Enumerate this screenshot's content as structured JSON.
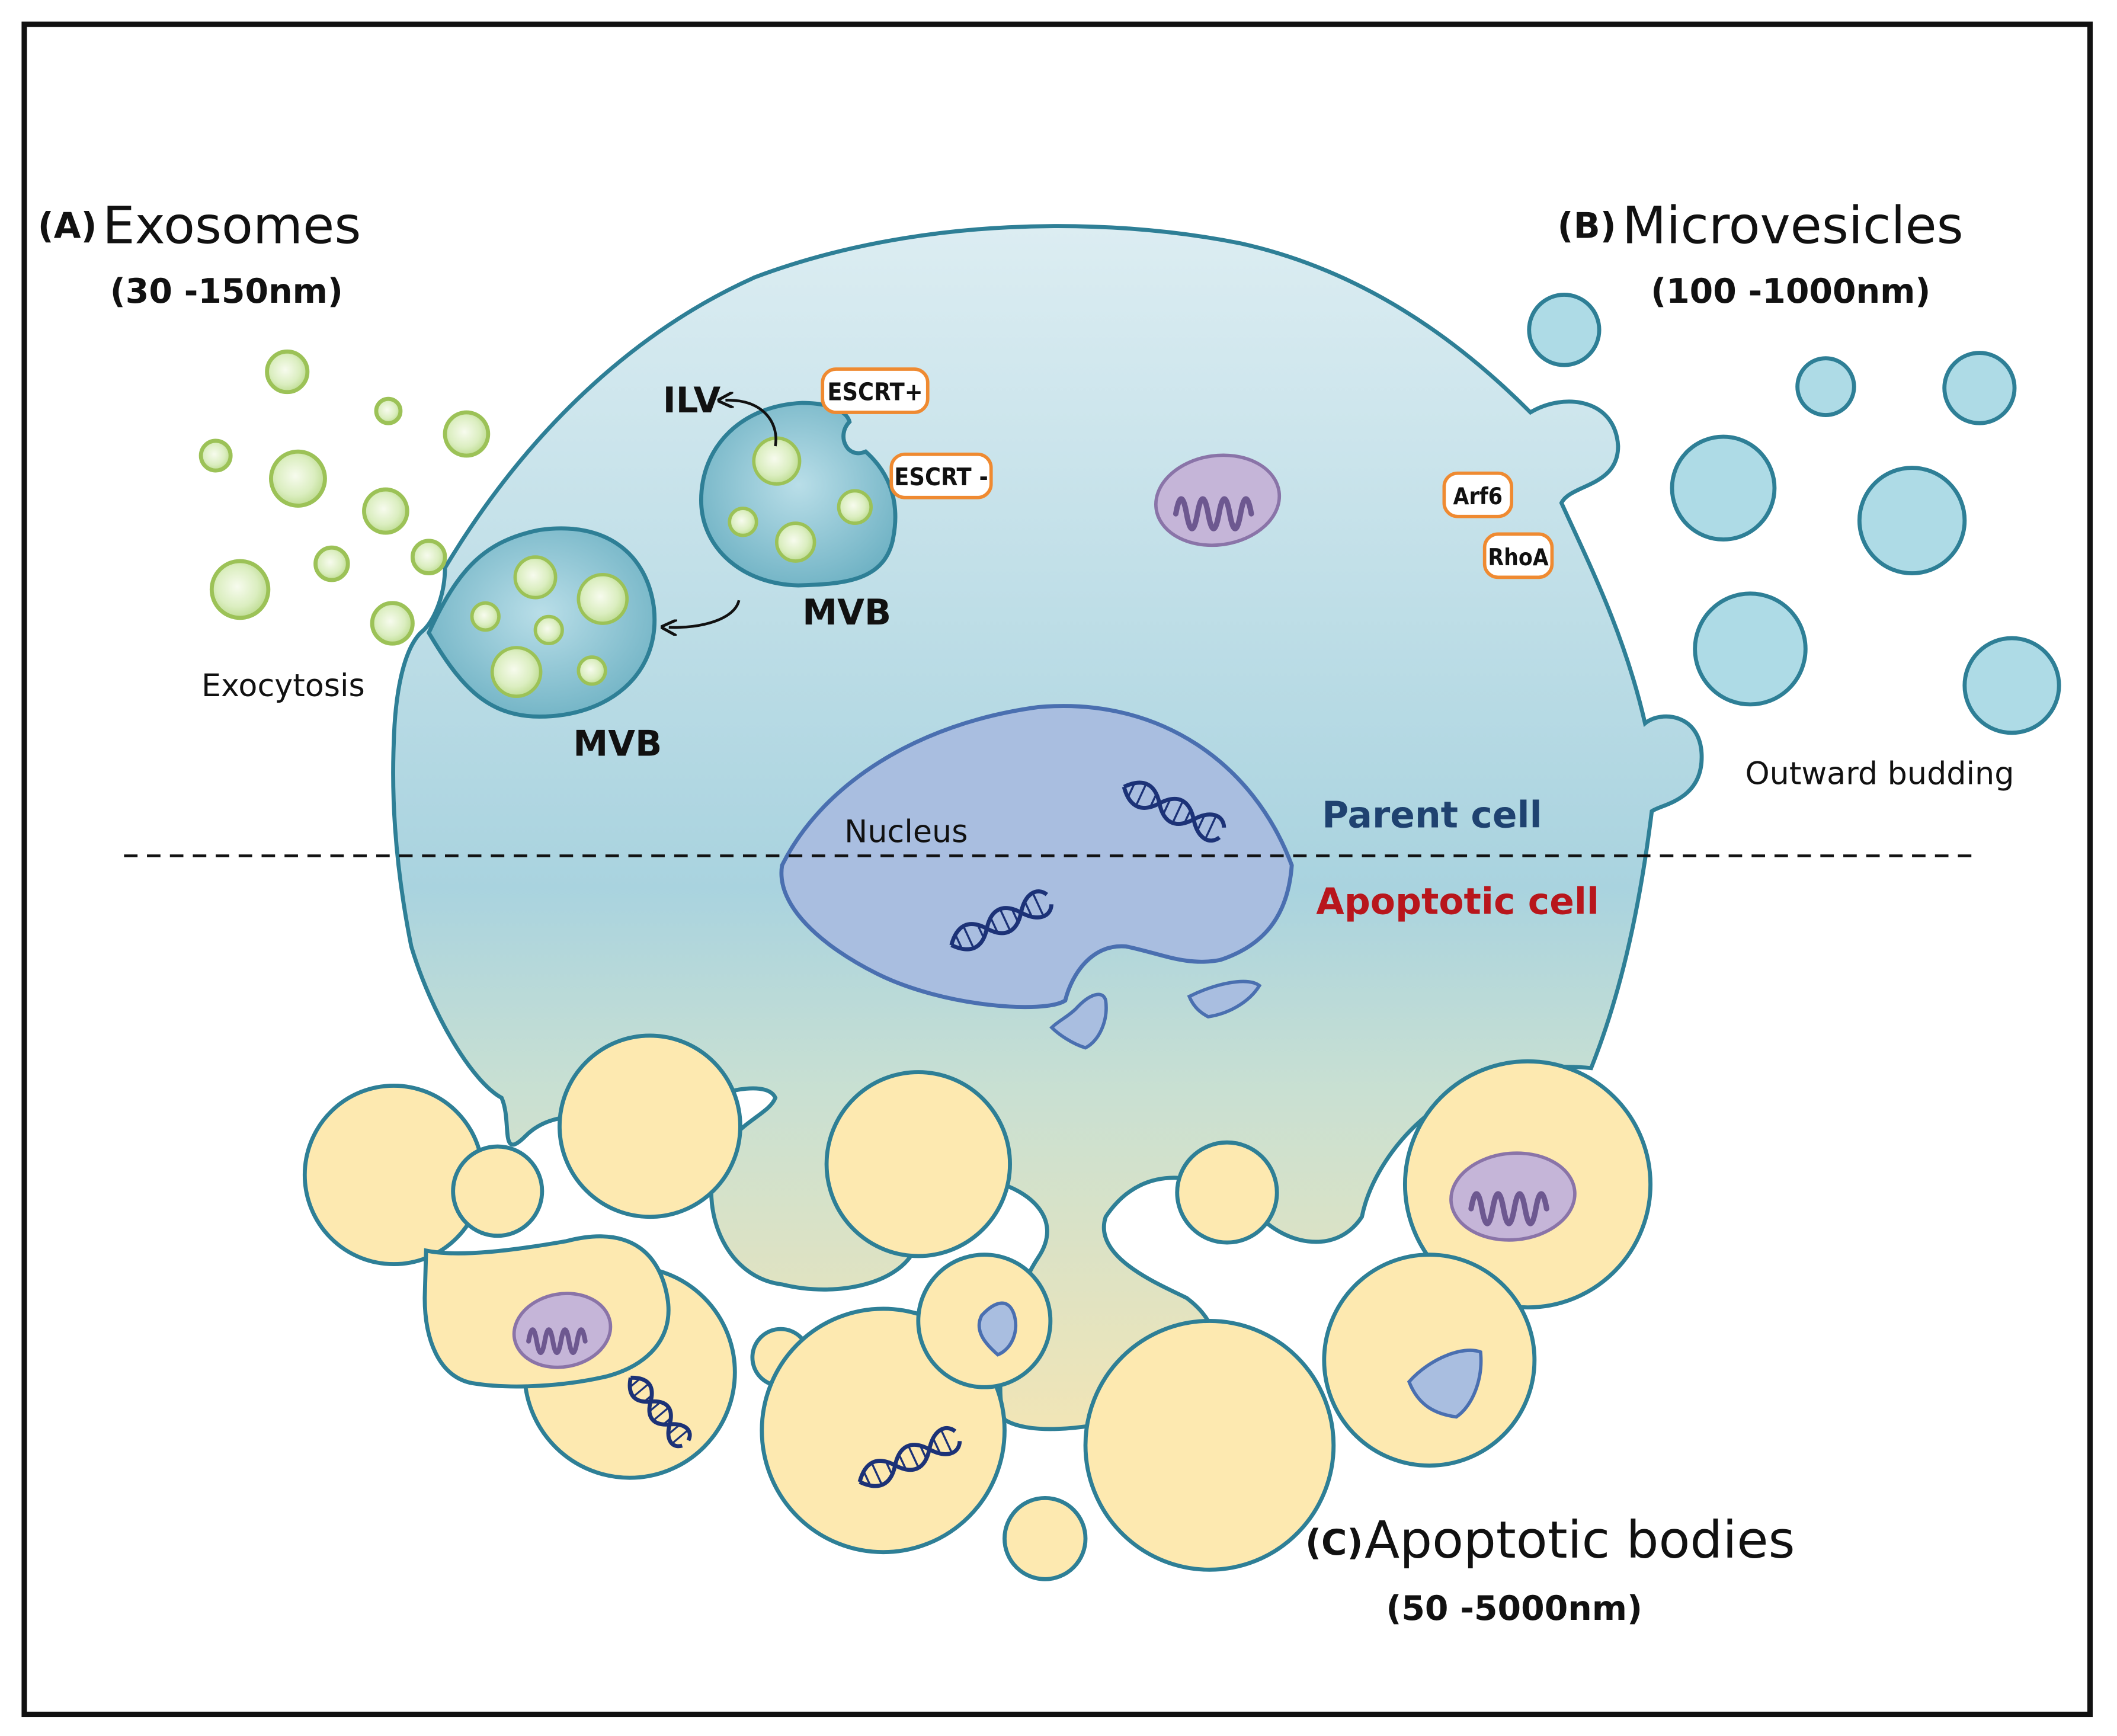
{
  "panels": {
    "a": {
      "letter": "(A)",
      "title": "Exosomes",
      "size_range": "(30 -150nm)"
    },
    "b": {
      "letter": "(B)",
      "title": "Microvesicles",
      "size_range": "(100 -1000nm)"
    },
    "c": {
      "letter": "(C)",
      "title": "Apoptotic bodies",
      "size_range": "(50 -5000nm)"
    }
  },
  "labels": {
    "exocytosis": "Exocytosis",
    "outward_budding": "Outward budding",
    "mvb_outer": "MVB",
    "mvb_inner": "MVB",
    "ilv": "ILV",
    "nucleus": "Nucleus",
    "parent_cell": "Parent cell",
    "apoptotic_cell": "Apoptotic cell"
  },
  "tags": {
    "escrt_plus": "ESCRT+",
    "escrt_minus": "ESCRT -",
    "arf6": "Arf6",
    "rhoa": "RhoA"
  },
  "colors": {
    "membrane": "#2e7f96",
    "cell_top": "#dcedf2",
    "cell_mid": "#a8d3df",
    "cell_bottom": "#f1e5b6",
    "apoptotic_body_fill": "#fde9b0",
    "microvesicle_fill": "#aedbe6",
    "exosome_fill": "#dbeec0",
    "exosome_stroke": "#9cc257",
    "nucleus_fill": "#a9bee0",
    "nucleus_stroke": "#4a6fb0",
    "mitochondria_fill": "#c5b5d8",
    "dna": "#1c3277",
    "tag_border": "#ef8a31",
    "parent_cell_text": "#1f4270",
    "apoptotic_cell_text": "#b8161c"
  }
}
